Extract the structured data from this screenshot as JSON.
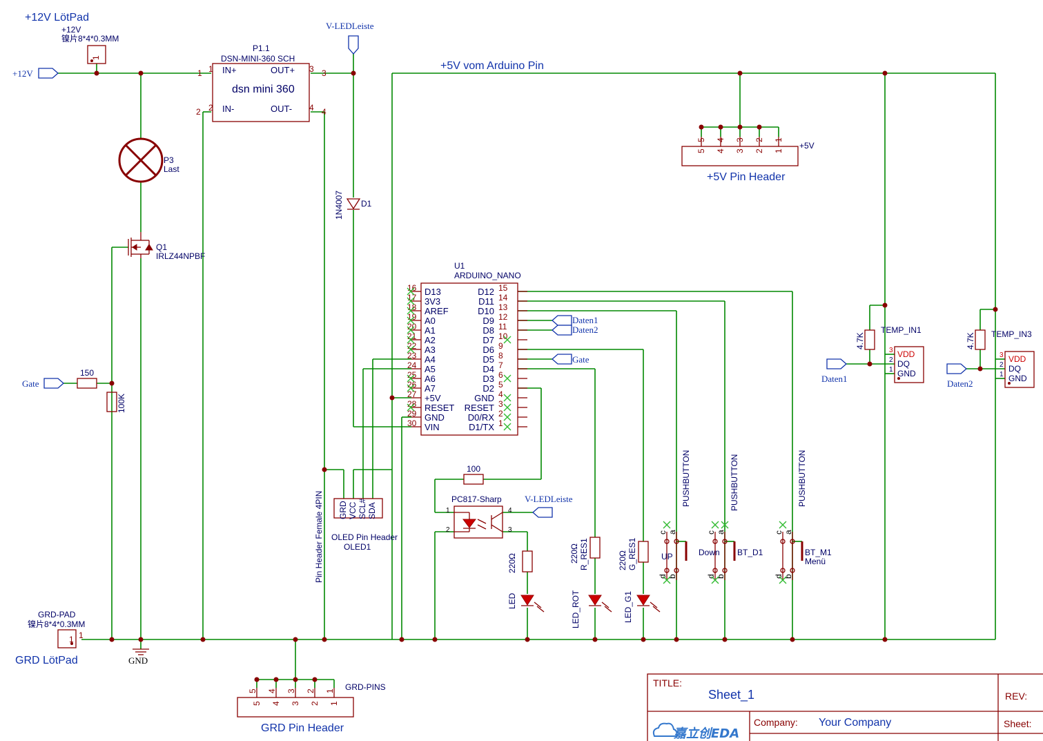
{
  "net_labels": {
    "v12_lotpad": "+12V LötPad",
    "grd_lotpad": "GRD LötPad",
    "v5_arduino": "+5V vom Arduino Pin",
    "v_ledleiste_top": "V-LEDLeiste",
    "v_ledleiste_opto": "V-LEDLeiste",
    "gate_in": "Gate",
    "gate_d5": "Gate",
    "daten1_d9": "Daten1",
    "daten2_d8": "Daten2",
    "daten1_temp": "Daten1",
    "daten2_temp": "Daten2",
    "plus12v_port": "+12V",
    "gnd": "GND"
  },
  "components": {
    "pad12": {
      "ref": "+12V",
      "value": "镍片8*4*0.3MM",
      "pin": "1"
    },
    "padgnd": {
      "ref": "GRD-PAD",
      "value": "镍片8*4*0.3MM",
      "pin": "1"
    },
    "p1": {
      "ref": "P1.1",
      "value": "DSN-MINI-360 SCH",
      "body": "dsn mini 360",
      "in_plus": "IN+",
      "in_minus": "IN-",
      "out_plus": "OUT+",
      "out_minus": "OUT-",
      "pins": [
        "1",
        "2",
        "3",
        "4"
      ]
    },
    "p3": {
      "ref": "P3",
      "value": "Last"
    },
    "q1": {
      "ref": "Q1",
      "value": "IRLZ44NPBF"
    },
    "r150": {
      "value": "150"
    },
    "r100k": {
      "value": "100K"
    },
    "d1": {
      "ref": "D1",
      "value": "1N4007"
    },
    "u1": {
      "ref": "U1",
      "value": "ARDUINO_NANO",
      "left_pins": [
        {
          "num": "16",
          "name": "D13"
        },
        {
          "num": "17",
          "name": "3V3"
        },
        {
          "num": "18",
          "name": "AREF"
        },
        {
          "num": "19",
          "name": "A0"
        },
        {
          "num": "20",
          "name": "A1"
        },
        {
          "num": "21",
          "name": "A2"
        },
        {
          "num": "22",
          "name": "A3"
        },
        {
          "num": "23",
          "name": "A4"
        },
        {
          "num": "24",
          "name": "A5"
        },
        {
          "num": "25",
          "name": "A6"
        },
        {
          "num": "26",
          "name": "A7"
        },
        {
          "num": "27",
          "name": "+5V"
        },
        {
          "num": "28",
          "name": "RESET"
        },
        {
          "num": "29",
          "name": "GND"
        },
        {
          "num": "30",
          "name": "VIN"
        }
      ],
      "right_pins": [
        {
          "num": "15",
          "name": "D12"
        },
        {
          "num": "14",
          "name": "D11"
        },
        {
          "num": "13",
          "name": "D10"
        },
        {
          "num": "12",
          "name": "D9"
        },
        {
          "num": "11",
          "name": "D8"
        },
        {
          "num": "10",
          "name": "D7"
        },
        {
          "num": "9",
          "name": "D6"
        },
        {
          "num": "8",
          "name": "D5"
        },
        {
          "num": "7",
          "name": "D4"
        },
        {
          "num": "6",
          "name": "D3"
        },
        {
          "num": "5",
          "name": "D2"
        },
        {
          "num": "4",
          "name": "GND"
        },
        {
          "num": "3",
          "name": "RESET"
        },
        {
          "num": "2",
          "name": "D0/RX"
        },
        {
          "num": "1",
          "name": "D1/TX"
        }
      ]
    },
    "header5v": {
      "label": "+5V Pin Header",
      "ref": "+5V",
      "pins": [
        "5",
        "4",
        "3",
        "2",
        "1"
      ]
    },
    "headergrd": {
      "label": "GRD Pin Header",
      "ref": "GRD-PINS",
      "pins": [
        "5",
        "4",
        "3",
        "2",
        "1"
      ]
    },
    "oled": {
      "ref": "OLED1",
      "value": "OLED Pin Header",
      "pins": [
        "GRD",
        "VCC",
        "SCL#",
        "SDA"
      ],
      "vertical_label": "Pin Header Female 4PIN"
    },
    "opto": {
      "value": "PC817-Sharp",
      "r": "100",
      "pins": [
        "1",
        "2",
        "3",
        "4"
      ]
    },
    "led_opto": {
      "r": "220Ω",
      "led": "LED"
    },
    "led_rot": {
      "r": "220Ω",
      "rref": "R_RES1",
      "led": "LED_ROT"
    },
    "led_g": {
      "r": "220Ω",
      "rref": "G_RES1",
      "led": "LED_G1"
    },
    "btn_up": {
      "ref": "UP",
      "type": "PUSHBUTTON"
    },
    "btn_down": {
      "ref": "BT_D1",
      "value": "Down",
      "type": "PUSHBUTTON"
    },
    "btn_menu": {
      "ref": "BT_M1",
      "value": "Menü",
      "type": "PUSHBUTTON"
    },
    "temp1": {
      "ref": "TEMP_IN1",
      "r": "4.7K",
      "pins": [
        "VDD",
        "DQ",
        "GND"
      ],
      "nums": [
        "3",
        "2",
        "1"
      ]
    },
    "temp2": {
      "ref": "TEMP_IN3",
      "r": "4.7K",
      "pins": [
        "VDD",
        "DQ",
        "GND"
      ],
      "nums": [
        "3",
        "2",
        "1"
      ]
    },
    "button_pins": [
      "c",
      "a",
      "d",
      "b"
    ]
  },
  "title_block": {
    "title_label": "TITLE:",
    "title": "Sheet_1",
    "rev_label": "REV:",
    "company_label": "Company:",
    "company": "Your Company",
    "sheet_label": "Sheet:",
    "logo": "嘉立创EDA"
  },
  "colors": {
    "wire": "#008800",
    "component": "#880000",
    "net": "#1133aa",
    "led": "#cc0000"
  }
}
